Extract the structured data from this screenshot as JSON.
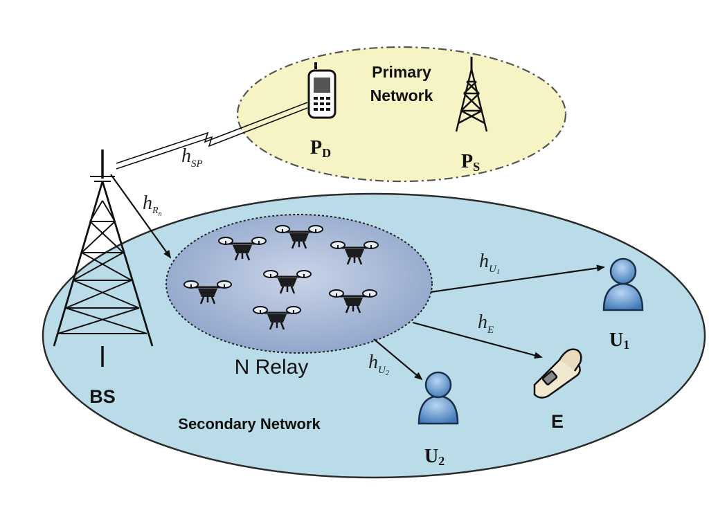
{
  "primary_network": {
    "title_line1": "Primary",
    "title_line2": "Network",
    "destination": {
      "label": "P",
      "sub": "D"
    },
    "source": {
      "label": "P",
      "sub": "S"
    }
  },
  "secondary_network": {
    "title": "Secondary Network",
    "base_station": "BS",
    "relay_label": "N Relay",
    "user1": {
      "label": "U",
      "sub": "1"
    },
    "user2": {
      "label": "U",
      "sub": "2"
    },
    "eavesdropper": "E"
  },
  "channels": {
    "h_sp": {
      "symbol": "h",
      "sub": "SP"
    },
    "h_rn": {
      "symbol": "h",
      "sub": "R",
      "subsub": "n"
    },
    "h_u1": {
      "symbol": "h",
      "sub": "U",
      "subsub": "1"
    },
    "h_u2": {
      "symbol": "h",
      "sub": "U",
      "subsub": "2"
    },
    "h_e": {
      "symbol": "h",
      "sub": "E"
    }
  },
  "colors": {
    "primary_fill": "#f6f3c4",
    "secondary_fill": "#b9dce8",
    "relay_cluster_fill": "#a9b9d6",
    "user_blue": "#6f9fd0"
  },
  "relay_drone_count": 7
}
